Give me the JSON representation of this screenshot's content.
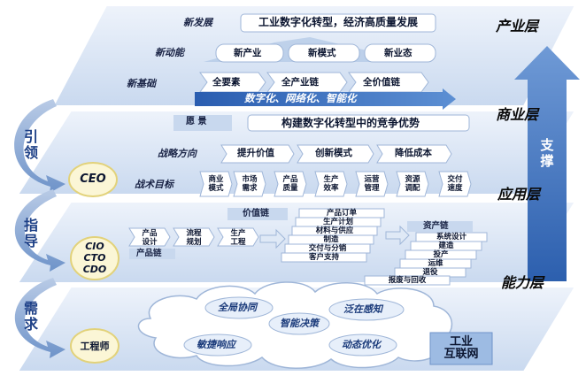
{
  "layers": {
    "industry": "产业层",
    "business": "商业层",
    "application": "应用层",
    "capability": "能力层"
  },
  "industry": {
    "new_development_label": "新发展",
    "new_development_text": "工业数字化转型，经济高质量发展",
    "new_momentum_label": "新动能",
    "new_momentum_items": [
      "新产业",
      "新模式",
      "新业态"
    ],
    "new_foundation_label": "新基础",
    "new_foundation_items": [
      "全要素",
      "全产业链",
      "全价值链"
    ],
    "banner": "数字化、网络化、智能化"
  },
  "business": {
    "vision_label": "愿  景",
    "vision_text": "构建数字化转型中的竞争优势",
    "strategy_label": "战略方向",
    "strategy_items": [
      "提升价值",
      "创新模式",
      "降低成本"
    ],
    "tactics_label": "战术目标",
    "tactics_items": [
      "商业\n模式",
      "市场\n需求",
      "产品\n质量",
      "生产\n效率",
      "运营\n管理",
      "资源\n调配",
      "交付\n速度"
    ]
  },
  "application": {
    "value_chain_label": "价值链",
    "value_chain_items": [
      "产品订单",
      "生产计划",
      "材料与供应",
      "制造",
      "交付与分销",
      "客户支持"
    ],
    "product_chain_label": "产品链",
    "product_chain_items": [
      "产品\n设计",
      "流程\n规划",
      "生产\n工程"
    ],
    "asset_chain_label": "资产链",
    "asset_chain_items": [
      "系统设计",
      "建造",
      "投产",
      "运维",
      "退役",
      "报废与回收"
    ]
  },
  "capability": {
    "cloud_items": [
      "全局协同",
      "智能决策",
      "泛在感知",
      "敏捷响应",
      "动态优化"
    ],
    "platform_label": "工业\n互联网"
  },
  "side": {
    "lead": "引领",
    "guide": "指导",
    "demand": "需求",
    "support": "支撑"
  },
  "roles": {
    "ceo": "CEO",
    "cxo": "CIO\nCTO\nCDO",
    "engineer": "工程师"
  },
  "colors": {
    "plane_fill": "#dfe9f6",
    "plane_edge": "#ffffff",
    "arrow_blue": "#3b73c2",
    "dark_blue": "#1c3f86",
    "role_fill": "#fbf6d6"
  }
}
